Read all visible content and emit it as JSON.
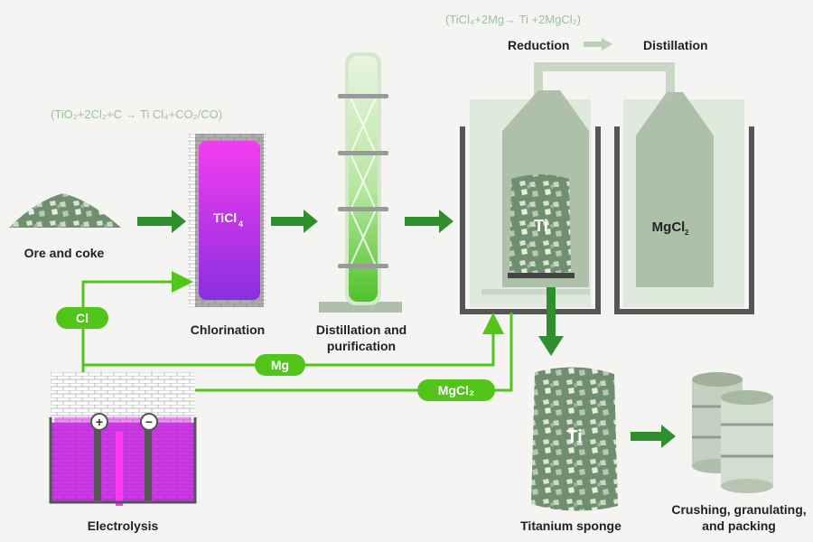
{
  "equations": {
    "chlorination": "(TiO₂+2Cl₂+C → Ti Cl₄+CO₂/CO)",
    "reduction": "(TiCl₄+2Mg→ Ti +2MgCl₂)"
  },
  "stages": {
    "ore": "Ore and coke",
    "chlorination": "Chlorination",
    "distillation_line1": "Distillation and",
    "distillation_line2": "purification",
    "reduction": "Reduction",
    "distillation": "Distillation",
    "electrolysis": "Electrolysis",
    "sponge": "Titanium sponge",
    "packing_line1": "Crushing, granulating,",
    "packing_line2": "and packing"
  },
  "vessel_labels": {
    "ticl4": "TiCl",
    "ticl4_sub": "4",
    "ti": "Ti",
    "mgcl2": "MgCl",
    "mgcl2_sub": "2",
    "sponge_ti": "Ti",
    "plus": "+",
    "minus": "−"
  },
  "flow_labels": {
    "cl": "Cl",
    "mg": "Mg",
    "mgcl2": "MgCl₂"
  },
  "colors": {
    "arrow_dark": "#2f8f2f",
    "flow_line": "#52c41a",
    "vessel_gray": "#aec0aa",
    "magenta": "#d633e6",
    "purple": "#9b2fe0",
    "rock": "#6f8f6f"
  }
}
